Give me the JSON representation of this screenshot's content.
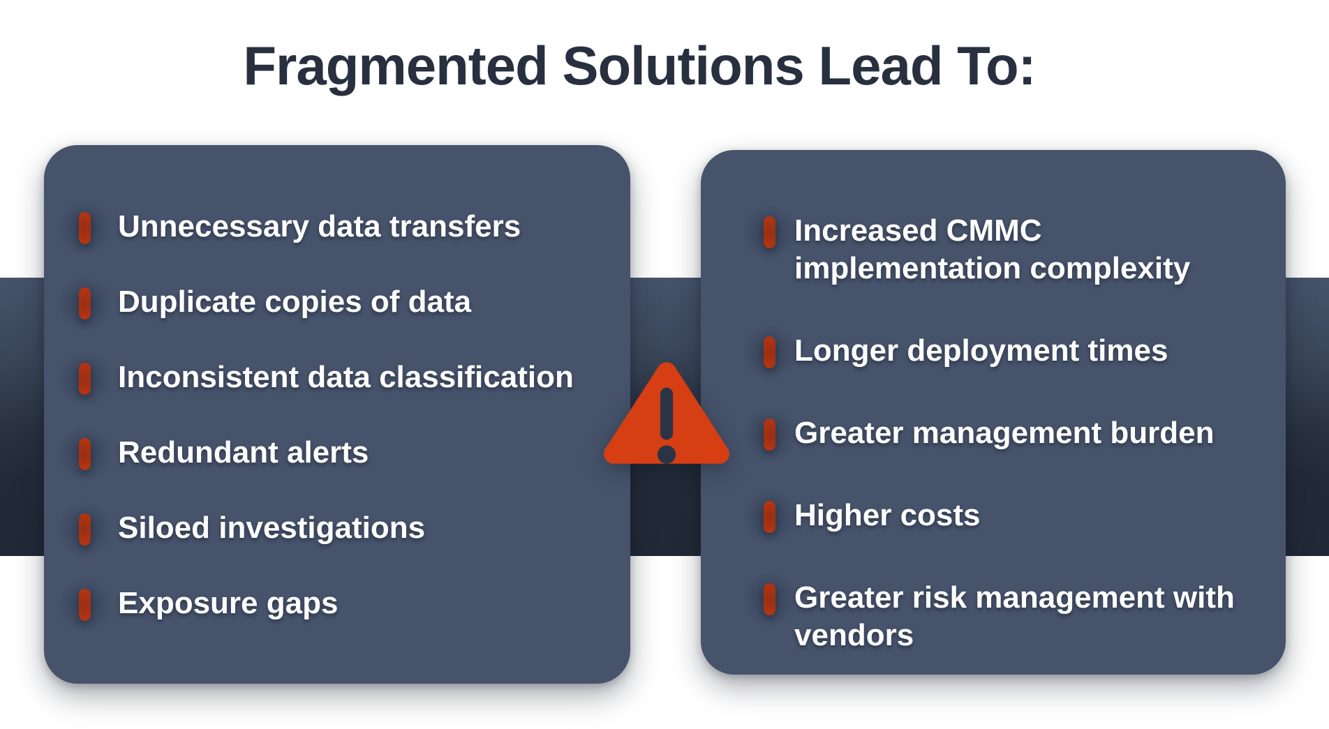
{
  "title": {
    "text": "Fragmented Solutions Lead To:"
  },
  "left_card": {
    "items": [
      "Unnecessary data transfers",
      "Duplicate copies of data",
      "Inconsistent data classification",
      "Redundant alerts",
      "Siloed investigations",
      "Exposure gaps"
    ]
  },
  "right_card": {
    "items": [
      "Increased CMMC implementation complexity",
      "Longer deployment times",
      "Greater management burden",
      "Higher costs",
      "Greater risk management with vendors"
    ]
  },
  "icons": {
    "warning": "warning-triangle-icon",
    "bullet": "bullet-bar-icon"
  },
  "colors": {
    "background": "#FFFFFF",
    "card": "#46536B",
    "band_top": "#46536B",
    "band_bottom": "#212936",
    "accent": "#CE3A10",
    "triangle": "#D63E14",
    "exclamation": "#2B3444",
    "title": "#28303F",
    "item_text": "#FFFFFF"
  }
}
